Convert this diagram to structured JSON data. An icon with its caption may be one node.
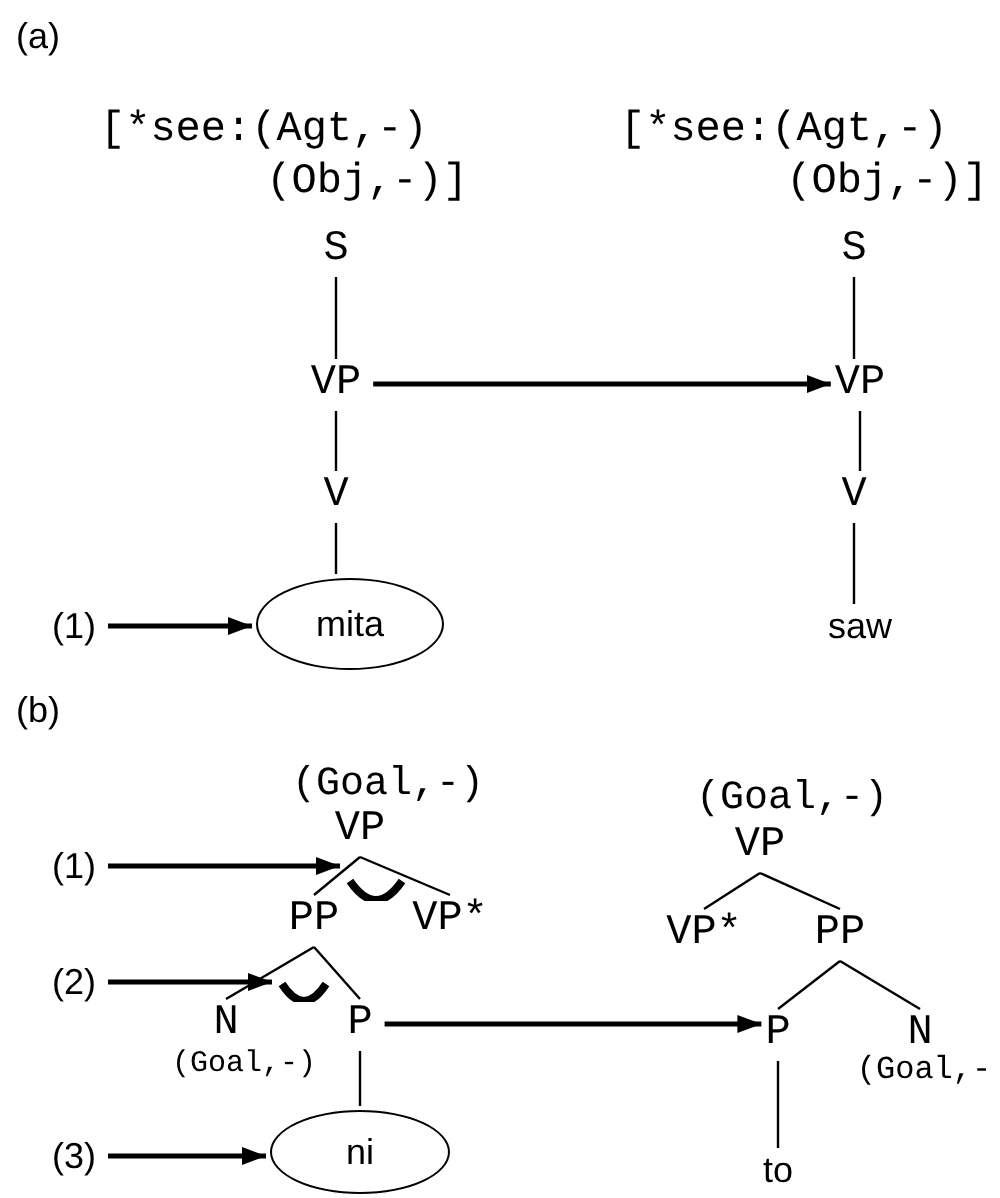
{
  "diagram": {
    "nodes": [
      {
        "text": [
          "S"
        ],
        "beside": [
          "[*see:(Agt,-) (Obj,-)]"
        ]
      },
      {
        "text": [
          "S"
        ],
        "beside": [
          "[*see:(Agt,-) (Obj,-)]"
        ]
      },
      {
        "text": [
          "VP"
        ]
      },
      {
        "text": [
          "VP"
        ]
      },
      {
        "text": [
          "V"
        ]
      },
      {
        "text": [
          "V"
        ]
      },
      {
        "text": [
          "(1)"
        ]
      },
      {
        "text": [
          "mita"
        ]
      },
      {
        "text": [
          "saw"
        ]
      },
      {
        "text": [
          "VP"
        ],
        "beside": [
          "(Goal,-)"
        ]
      },
      {
        "text": [
          "VP"
        ],
        "beside": [
          "(Goal,-)"
        ]
      },
      {
        "text": [
          "(1)"
        ]
      },
      {
        "text": [],
        "shape": "arc"
      },
      {
        "text": [
          "PP"
        ]
      },
      {
        "text": [
          "VP*"
        ]
      },
      {
        "text": [
          "VP*"
        ]
      },
      {
        "text": [
          "PP"
        ]
      },
      {
        "text": [
          "(2)"
        ]
      },
      {
        "text": [],
        "shape": "arc"
      },
      {
        "text": [
          "N"
        ],
        "beside": [
          "(Goal,-)"
        ]
      },
      {
        "text": [
          "P"
        ]
      },
      {
        "text": [
          "P"
        ]
      },
      {
        "text": [
          "N"
        ],
        "beside": [
          "(Goal,-"
        ]
      },
      {
        "text": [
          "(3)"
        ]
      },
      {
        "text": [
          "ni"
        ]
      },
      {
        "text": [
          "to"
        ]
      }
    ],
    "edges": [
      {
        "from": 0,
        "to": 2,
        "arrow": "none"
      },
      {
        "from": 2,
        "to": 4,
        "arrow": "none"
      },
      {
        "from": 4,
        "to": 7,
        "arrow": "none"
      },
      {
        "from": 1,
        "to": 3,
        "arrow": "none"
      },
      {
        "from": 3,
        "to": 5,
        "arrow": "none"
      },
      {
        "from": 5,
        "to": 8,
        "arrow": "none"
      },
      {
        "from": 6,
        "to": 7,
        "arrow": "to"
      },
      {
        "from": 2,
        "to": 3,
        "arrow": "to"
      },
      {
        "from": 9,
        "to": 13,
        "arrow": "none"
      },
      {
        "from": 9,
        "to": 14,
        "arrow": "none"
      },
      {
        "from": 13,
        "to": 19,
        "arrow": "none"
      },
      {
        "from": 13,
        "to": 20,
        "arrow": "none"
      },
      {
        "from": 20,
        "to": 24,
        "arrow": "none"
      },
      {
        "from": 11,
        "to": 12,
        "arrow": "to"
      },
      {
        "from": 17,
        "to": 18,
        "arrow": "to"
      },
      {
        "from": 23,
        "to": 24,
        "arrow": "to"
      },
      {
        "from": 10,
        "to": 15,
        "arrow": "none"
      },
      {
        "from": 10,
        "to": 16,
        "arrow": "none"
      },
      {
        "from": 16,
        "to": 21,
        "arrow": "none"
      },
      {
        "from": 16,
        "to": 22,
        "arrow": "none"
      },
      {
        "from": 21,
        "to": 25,
        "arrow": "none"
      },
      {
        "from": 20,
        "to": 21,
        "arrow": "to"
      }
    ],
    "labels": [
      "(a)",
      "(b)"
    ]
  }
}
